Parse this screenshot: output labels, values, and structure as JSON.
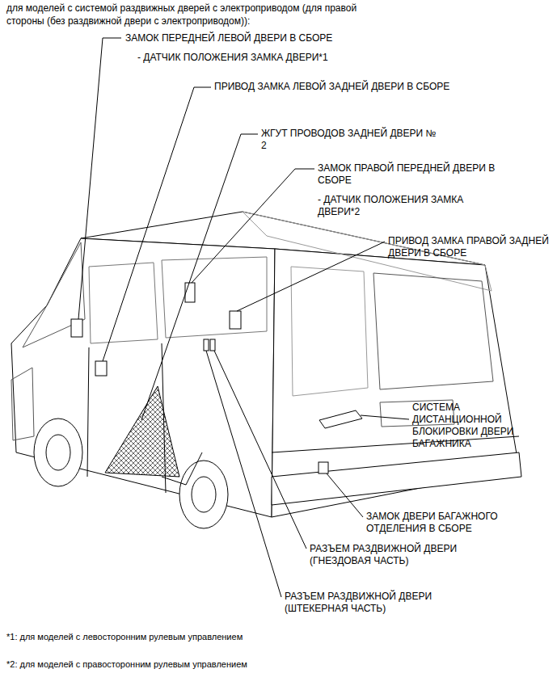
{
  "diagram": {
    "title": "для моделей с системой раздвижных дверей с электроприводом (для правой стороны (без раздвижной двери с электроприводом)):",
    "labels": [
      "ЗАМОК ПЕРЕДНЕЙ ЛЕВОЙ ДВЕРИ В СБОРЕ",
      "- ДАТЧИК ПОЛОЖЕНИЯ ЗАМКА ДВЕРИ*1",
      "ПРИВОД ЗАМКА ЛЕВОЙ ЗАДНЕЙ ДВЕРИ В СБОРЕ",
      "ЖГУТ ПРОВОДОВ ЗАДНЕЙ ДВЕРИ № 2",
      "ЗАМОК ПРАВОЙ ПЕРЕДНЕЙ ДВЕРИ В СБОРЕ",
      "- ДАТЧИК ПОЛОЖЕНИЯ ЗАМКА ДВЕРИ*2",
      "ПРИВОД ЗАМКА ПРАВОЙ ЗАДНЕЙ ДВЕРИ В СБОРЕ",
      "СИСТЕМА ДИСТАНЦИОННОЙ БЛОКИРОВКИ ДВЕРИ БАГАЖНИКА",
      "ЗАМОК ДВЕРИ БАГАЖНОГО ОТДЕЛЕНИЯ В СБОРЕ",
      "РАЗЪЕМ РАЗДВИЖНОЙ ДВЕРИ (ГНЕЗДОВАЯ ЧАСТЬ)",
      "РАЗЪЕМ РАЗДВИЖНОЙ ДВЕРИ (ШТЕКЕРНАЯ ЧАСТЬ)",
      "*1: для моделей с левосторонним рулевым управлением",
      "*2: для моделей с правосторонним рулевым управлением"
    ]
  }
}
